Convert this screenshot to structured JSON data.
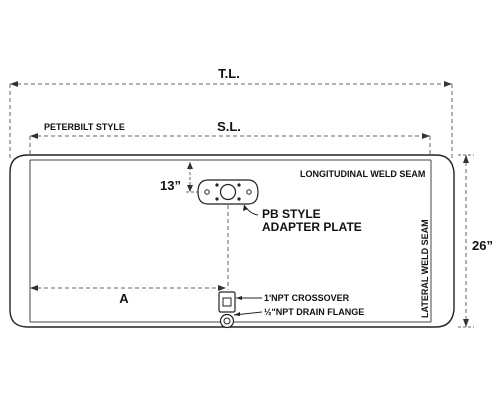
{
  "dimensions": {
    "total_length": "T.L.",
    "shell_length": "S.L.",
    "diameter": "26”",
    "plate_offset": "13”",
    "drain_offset": "A"
  },
  "labels": {
    "style": "PETERBILT STYLE",
    "longitudinal_seam": "LONGITUDINAL WELD SEAM",
    "lateral_seam": "LATERAL WELD SEAM",
    "adapter_line1": "PB STYLE",
    "adapter_line2": "ADAPTER PLATE",
    "crossover": "1ʹNPT CROSSOVER",
    "drain": "½ʺNPT DRAIN FLANGE"
  }
}
